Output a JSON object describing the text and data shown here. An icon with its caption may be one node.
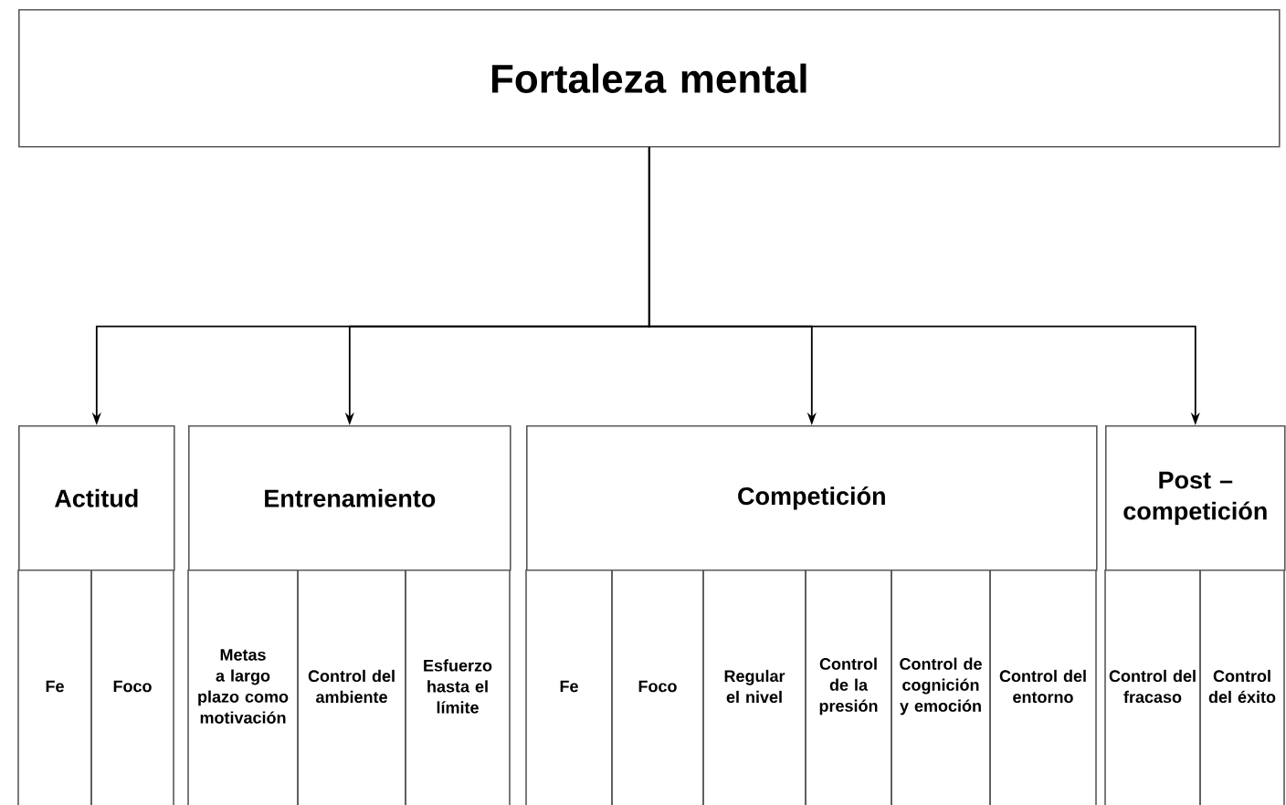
{
  "diagram": {
    "nodes": [
      {
        "text": [
          "Fortaleza mental"
        ]
      },
      {
        "text": [
          "Actitud"
        ]
      },
      {
        "text": [
          "Entrenamiento"
        ]
      },
      {
        "text": [
          "Competición"
        ]
      },
      {
        "text": [
          "Post – competición"
        ]
      },
      {
        "text": [
          "Fe"
        ]
      },
      {
        "text": [
          "Foco"
        ]
      },
      {
        "text": [
          "Metas a largo plazo como motivación"
        ]
      },
      {
        "text": [
          "Control del ambiente"
        ]
      },
      {
        "text": [
          "Esfuerzo hasta el límite"
        ]
      },
      {
        "text": [
          "Fe"
        ]
      },
      {
        "text": [
          "Foco"
        ]
      },
      {
        "text": [
          "Regular el nivel"
        ]
      },
      {
        "text": [
          "Control de la presión"
        ]
      },
      {
        "text": [
          "Control de cognición y emoción"
        ]
      },
      {
        "text": [
          "Control del entorno"
        ]
      },
      {
        "text": [
          "Control del fracaso"
        ]
      },
      {
        "text": [
          "Control del éxito"
        ]
      }
    ],
    "edges": [
      {
        "from": 0,
        "to": 1,
        "arrow": "to"
      },
      {
        "from": 0,
        "to": 2,
        "arrow": "to"
      },
      {
        "from": 0,
        "to": 3,
        "arrow": "to"
      },
      {
        "from": 0,
        "to": 4,
        "arrow": "to"
      }
    ]
  }
}
